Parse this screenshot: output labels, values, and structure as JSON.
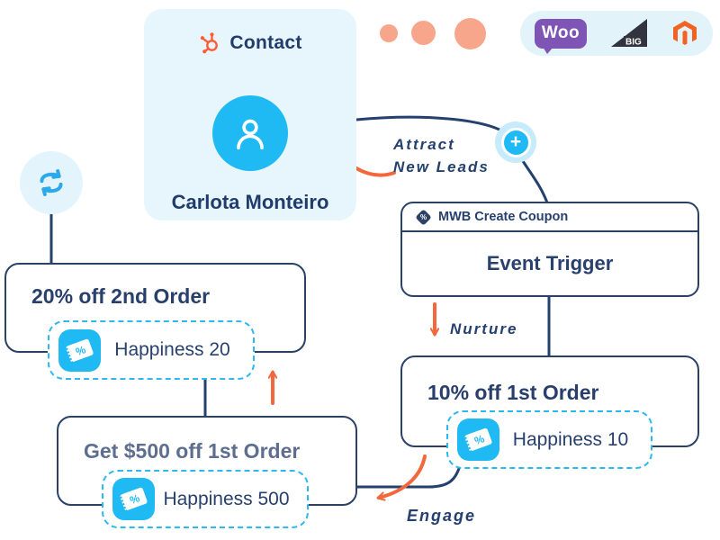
{
  "contact_card": {
    "app_label": "Contact",
    "contact_name": "Carlota Monteiro"
  },
  "platforms": {
    "woo_label": "Woo",
    "big_label": "BIG"
  },
  "mwb_node": {
    "header_label": "MWB Create Coupon",
    "body_label": "Event Trigger"
  },
  "coupon_cards": [
    {
      "title": "20% off 2nd Order",
      "coupon_name": "Happiness 20"
    },
    {
      "title": "Get $500 off 1st Order",
      "coupon_name": "Happiness 500"
    },
    {
      "title": "10% off 1st Order",
      "coupon_name": "Happiness 10"
    }
  ],
  "flow_labels": {
    "attract_line1": "Attract",
    "attract_line2": "New Leads",
    "nurture": "Nurture",
    "engage": "Engage"
  },
  "glyphs": {
    "plus": "+",
    "percent": "%"
  },
  "colors": {
    "navy": "#24406D",
    "cyan": "#1FB9F4",
    "orange_arrow": "#F2683C",
    "salmon_dot": "#F7A68C",
    "hubspot_orange": "#FF5C35",
    "light_blue_bg": "#E7F6FD",
    "woo_purple": "#7E54B5",
    "big_dark": "#31343F",
    "magento_orange": "#F26322",
    "muted_title": "#5E6E8F"
  }
}
